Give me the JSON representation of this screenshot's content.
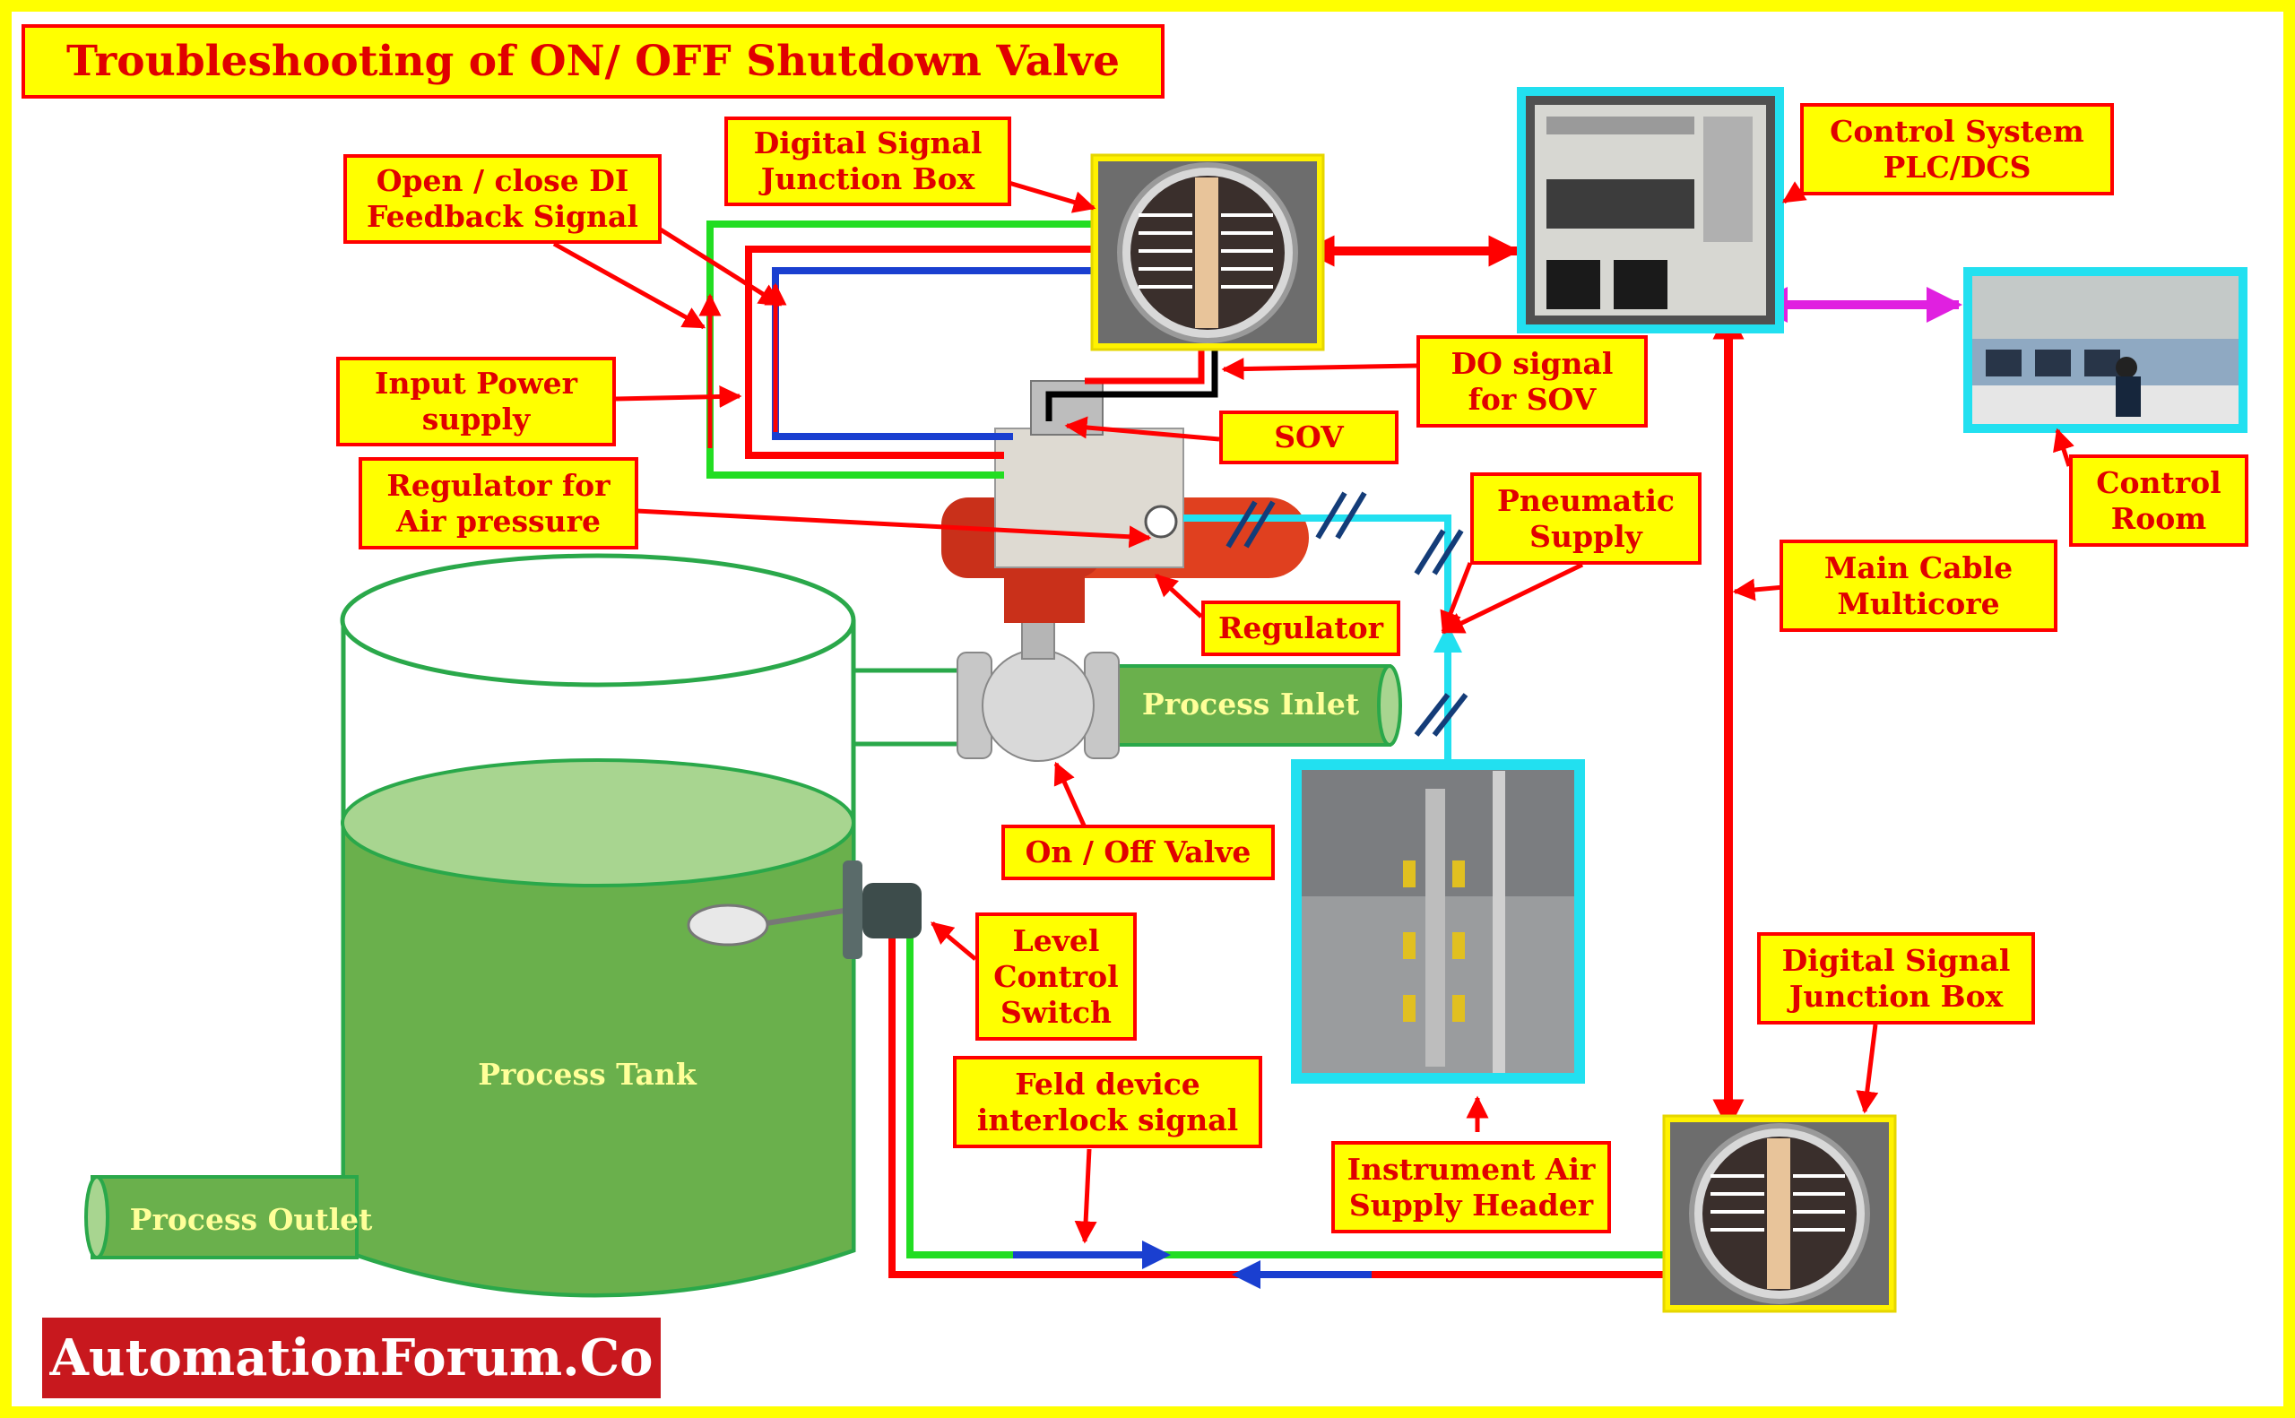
{
  "title": "Troubleshooting of ON/ OFF Shutdown Valve",
  "brand": "AutomationForum.Co",
  "labels": {
    "open_close_di": "Open / close DI\nFeedback Signal",
    "digital_jb_top": "Digital Signal\nJunction Box",
    "control_system": "Control System\nPLC/DCS",
    "input_power": "Input Power\nsupply",
    "do_signal": "DO signal\nfor SOV",
    "sov": "SOV",
    "regulator_air": "Regulator for\nAir pressure",
    "pneumatic": "Pneumatic\nSupply",
    "regulator": "Regulator",
    "control_room": "Control\nRoom",
    "main_cable": "Main Cable\nMulticore",
    "onoff_valve": "On / Off Valve",
    "level_switch": "Level\nControl\nSwitch",
    "feld_device": "Feld device\ninterlock signal",
    "digital_jb_bottom": "Digital Signal\nJunction Box",
    "instrument_air": "Instrument Air\nSupply Header"
  },
  "process": {
    "inlet": "Process Inlet",
    "tank": "Process Tank",
    "outlet": "Process Outlet"
  },
  "colors": {
    "label_bg": "#ffff00",
    "label_border": "#ff0000",
    "label_text": "#e00000",
    "signal_red": "#ff0000",
    "signal_green": "#22dd22",
    "signal_blue": "#1a3fd0",
    "pneumatic_cyan": "#22e0f0",
    "link_magenta": "#e020e0",
    "tank_green": "#6ab04c",
    "brand_bg": "#c8181e"
  },
  "icons": [
    "junction-box-photo",
    "plc-cabinet-photo",
    "control-room-photo",
    "actuator-photo",
    "ball-valve-photo",
    "air-header-photo",
    "float-switch-photo"
  ]
}
